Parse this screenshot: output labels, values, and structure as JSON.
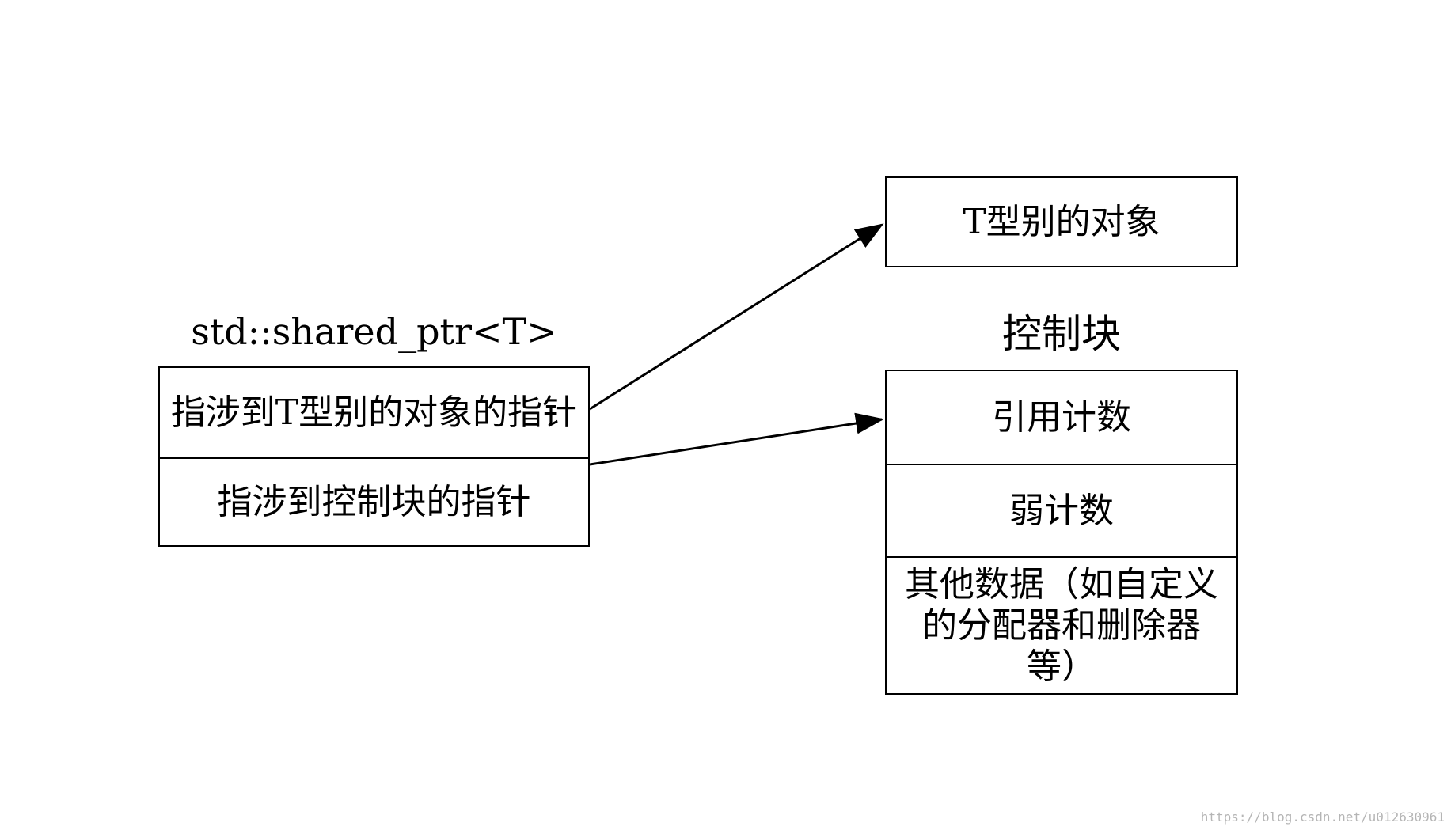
{
  "shared_ptr": {
    "title": "std::shared_ptr<T>",
    "fields": [
      "指涉到T型别的对象的指针",
      "指涉到控制块的指针"
    ]
  },
  "object_box": {
    "label": "T型别的对象"
  },
  "control_block": {
    "title": "控制块",
    "fields": [
      "引用计数",
      "弱计数",
      "其他数据（如自定义的分配器和删除器等）"
    ]
  },
  "watermark": "https://blog.csdn.net/u012630961"
}
